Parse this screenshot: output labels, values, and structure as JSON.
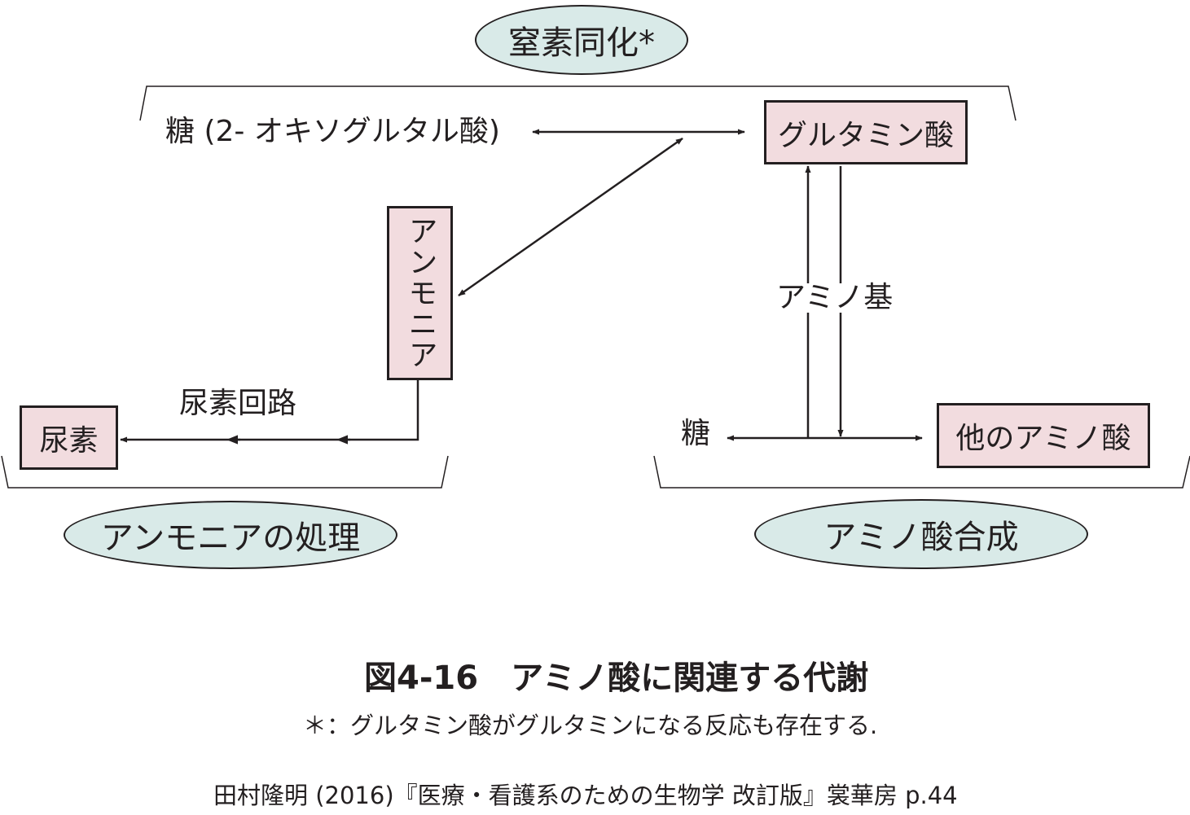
{
  "colors": {
    "ellipse_fill": "#d9eae8",
    "box_fill": "#f2dcdf",
    "ink": "#231f20"
  },
  "groups": {
    "nitrogen_assimilation": "窒素同化*",
    "ammonia_processing": "アンモニアの処理",
    "amino_acid_synthesis": "アミノ酸合成"
  },
  "nodes": {
    "sugar_2og": "糖 (2- オキソグルタル酸)",
    "glutamic_acid": "グルタミン酸",
    "ammonia": "アンモニア",
    "urea": "尿素",
    "sugar": "糖",
    "other_amino_acids": "他のアミノ酸"
  },
  "edge_labels": {
    "urea_cycle": "尿素回路",
    "amino_group": "アミノ基"
  },
  "caption": {
    "title": "図4-16　アミノ酸に関連する代謝",
    "note": "＊：グルタミン酸がグルタミンになる反応も存在する.",
    "source": "田村隆明 (2016)『医療・看護系のための生物学 改訂版』裳華房  p.44"
  }
}
